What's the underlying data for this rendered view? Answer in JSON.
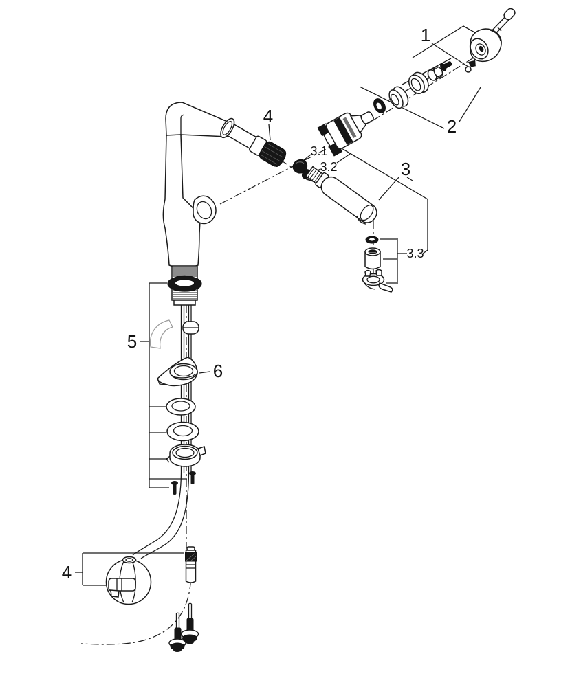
{
  "diagram": {
    "type": "exploded-parts-diagram",
    "callouts": [
      {
        "id": "callout-1",
        "label": "1"
      },
      {
        "id": "callout-2",
        "label": "2"
      },
      {
        "id": "callout-3",
        "label": "3"
      },
      {
        "id": "callout-3-1",
        "label": "3.1"
      },
      {
        "id": "callout-3-2",
        "label": "3.2"
      },
      {
        "id": "callout-3-3",
        "label": "3.3"
      },
      {
        "id": "callout-4-top",
        "label": "4"
      },
      {
        "id": "callout-5",
        "label": "5"
      },
      {
        "id": "callout-6",
        "label": "6"
      },
      {
        "id": "callout-4-bottom",
        "label": "4"
      }
    ],
    "colors": {
      "background": "#ffffff",
      "line": "#1a1a1a",
      "fill_dark": "#161616",
      "fill_light": "#ffffff"
    }
  }
}
